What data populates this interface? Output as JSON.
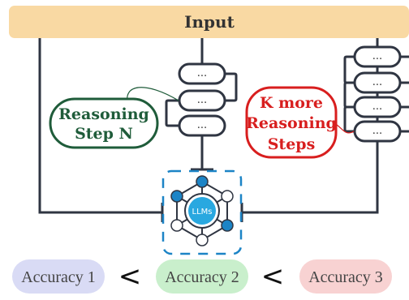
{
  "header": {
    "label": "Input"
  },
  "callouts": {
    "left": {
      "line1": "Reasoning",
      "line2": "Step N"
    },
    "right": {
      "line1": "K more",
      "line2": "Reasoning",
      "line3": "Steps"
    }
  },
  "step_placeholder": "...",
  "center": {
    "badge": "LLMs"
  },
  "accuracy": {
    "a1": "Accuracy 1",
    "a2": "Accuracy 2",
    "a3": "Accuracy 3",
    "cmp1": "<",
    "cmp2": "<"
  },
  "colors": {
    "header_fill": "#f9d9a3",
    "dark_green": "#1f5c3a",
    "red": "#d81e1e",
    "blue": "#1c84c6",
    "lavender": "#d9dbf5",
    "mint": "#c9efcc",
    "pink": "#f8d2d2",
    "line": "#2f3542"
  }
}
